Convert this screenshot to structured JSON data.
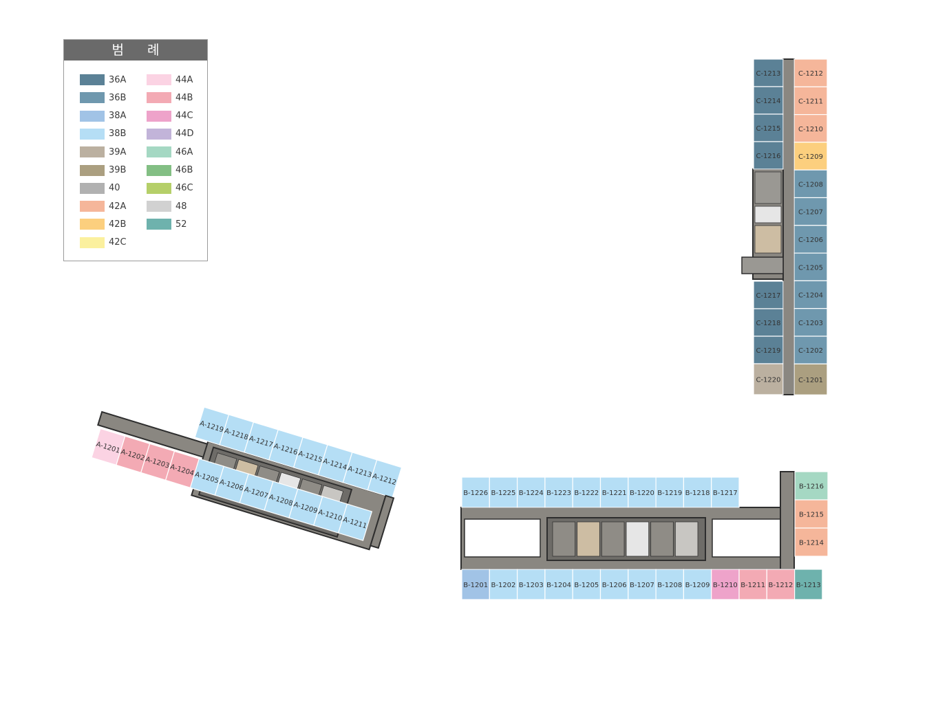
{
  "legend": {
    "title": "범 례",
    "items": [
      {
        "code": "36A",
        "color": "#5b8196"
      },
      {
        "code": "36B",
        "color": "#6f98ae"
      },
      {
        "code": "38A",
        "color": "#a1c3e6"
      },
      {
        "code": "38B",
        "color": "#b5def5"
      },
      {
        "code": "39A",
        "color": "#bbb0a0"
      },
      {
        "code": "39B",
        "color": "#ab9f80"
      },
      {
        "code": "40",
        "color": "#b1b1b1"
      },
      {
        "code": "42A",
        "color": "#f5b69a"
      },
      {
        "code": "42B",
        "color": "#fccf7e"
      },
      {
        "code": "42C",
        "color": "#fbf09e"
      },
      {
        "code": "44A",
        "color": "#fbd3e3"
      },
      {
        "code": "44B",
        "color": "#f3aab4"
      },
      {
        "code": "44C",
        "color": "#eea3ca"
      },
      {
        "code": "44D",
        "color": "#c2b4d9"
      },
      {
        "code": "46A",
        "color": "#a5d8c3"
      },
      {
        "code": "46B",
        "color": "#83bf84"
      },
      {
        "code": "46C",
        "color": "#b5cf69"
      },
      {
        "code": "48",
        "color": "#d1d1d1"
      },
      {
        "code": "52",
        "color": "#6eb2ad"
      }
    ]
  },
  "buildings": {
    "A": {
      "top_row": [
        {
          "label": "A-1219",
          "type": "38B"
        },
        {
          "label": "A-1218",
          "type": "38B"
        },
        {
          "label": "A-1217",
          "type": "38B"
        },
        {
          "label": "A-1216",
          "type": "38B"
        },
        {
          "label": "A-1215",
          "type": "38B"
        },
        {
          "label": "A-1214",
          "type": "38B"
        },
        {
          "label": "A-1213",
          "type": "38B"
        },
        {
          "label": "A-1212",
          "type": "38B"
        }
      ],
      "bottom_row": [
        {
          "label": "A-1201",
          "type": "44A"
        },
        {
          "label": "A-1202",
          "type": "44B"
        },
        {
          "label": "A-1203",
          "type": "44B"
        },
        {
          "label": "A-1204",
          "type": "44B"
        },
        {
          "label": "A-1205",
          "type": "38B"
        },
        {
          "label": "A-1206",
          "type": "38B"
        },
        {
          "label": "A-1207",
          "type": "38B"
        },
        {
          "label": "A-1208",
          "type": "38B"
        },
        {
          "label": "A-1209",
          "type": "38B"
        },
        {
          "label": "A-1210",
          "type": "38B"
        },
        {
          "label": "A-1211",
          "type": "38B"
        }
      ]
    },
    "B": {
      "top_row": [
        {
          "label": "B-1226",
          "type": "38B"
        },
        {
          "label": "B-1225",
          "type": "38B"
        },
        {
          "label": "B-1224",
          "type": "38B"
        },
        {
          "label": "B-1223",
          "type": "38B"
        },
        {
          "label": "B-1222",
          "type": "38B"
        },
        {
          "label": "B-1221",
          "type": "38B"
        },
        {
          "label": "B-1220",
          "type": "38B"
        },
        {
          "label": "B-1219",
          "type": "38B"
        },
        {
          "label": "B-1218",
          "type": "38B"
        },
        {
          "label": "B-1217",
          "type": "38B"
        }
      ],
      "bottom_row": [
        {
          "label": "B-1201",
          "type": "38A"
        },
        {
          "label": "B-1202",
          "type": "38B"
        },
        {
          "label": "B-1203",
          "type": "38B"
        },
        {
          "label": "B-1204",
          "type": "38B"
        },
        {
          "label": "B-1205",
          "type": "38B"
        },
        {
          "label": "B-1206",
          "type": "38B"
        },
        {
          "label": "B-1207",
          "type": "38B"
        },
        {
          "label": "B-1208",
          "type": "38B"
        },
        {
          "label": "B-1209",
          "type": "38B"
        },
        {
          "label": "B-1210",
          "type": "44C"
        },
        {
          "label": "B-1211",
          "type": "44B"
        },
        {
          "label": "B-1212",
          "type": "44B"
        },
        {
          "label": "B-1213",
          "type": "52"
        }
      ],
      "right_col": [
        {
          "label": "B-1216",
          "type": "46A"
        },
        {
          "label": "B-1215",
          "type": "42A"
        },
        {
          "label": "B-1214",
          "type": "42A"
        }
      ]
    },
    "C": {
      "left_col": [
        {
          "label": "C-1213",
          "type": "36A"
        },
        {
          "label": "C-1214",
          "type": "36A"
        },
        {
          "label": "C-1215",
          "type": "36A"
        },
        {
          "label": "C-1216",
          "type": "36A"
        },
        {
          "label": "C-1217",
          "type": "36A"
        },
        {
          "label": "C-1218",
          "type": "36A"
        },
        {
          "label": "C-1219",
          "type": "36A"
        },
        {
          "label": "C-1220",
          "type": "39A"
        }
      ],
      "right_col": [
        {
          "label": "C-1212",
          "type": "42A"
        },
        {
          "label": "C-1211",
          "type": "42A"
        },
        {
          "label": "C-1210",
          "type": "42A"
        },
        {
          "label": "C-1209",
          "type": "42B"
        },
        {
          "label": "C-1208",
          "type": "36B"
        },
        {
          "label": "C-1207",
          "type": "36B"
        },
        {
          "label": "C-1206",
          "type": "36B"
        },
        {
          "label": "C-1205",
          "type": "36B"
        },
        {
          "label": "C-1204",
          "type": "36B"
        },
        {
          "label": "C-1203",
          "type": "36B"
        },
        {
          "label": "C-1202",
          "type": "36B"
        },
        {
          "label": "C-1201",
          "type": "39B"
        }
      ]
    }
  },
  "colors": {
    "corridor": "#8a8781",
    "core": "#b9b4ad",
    "wall": "#2e2e2e"
  }
}
